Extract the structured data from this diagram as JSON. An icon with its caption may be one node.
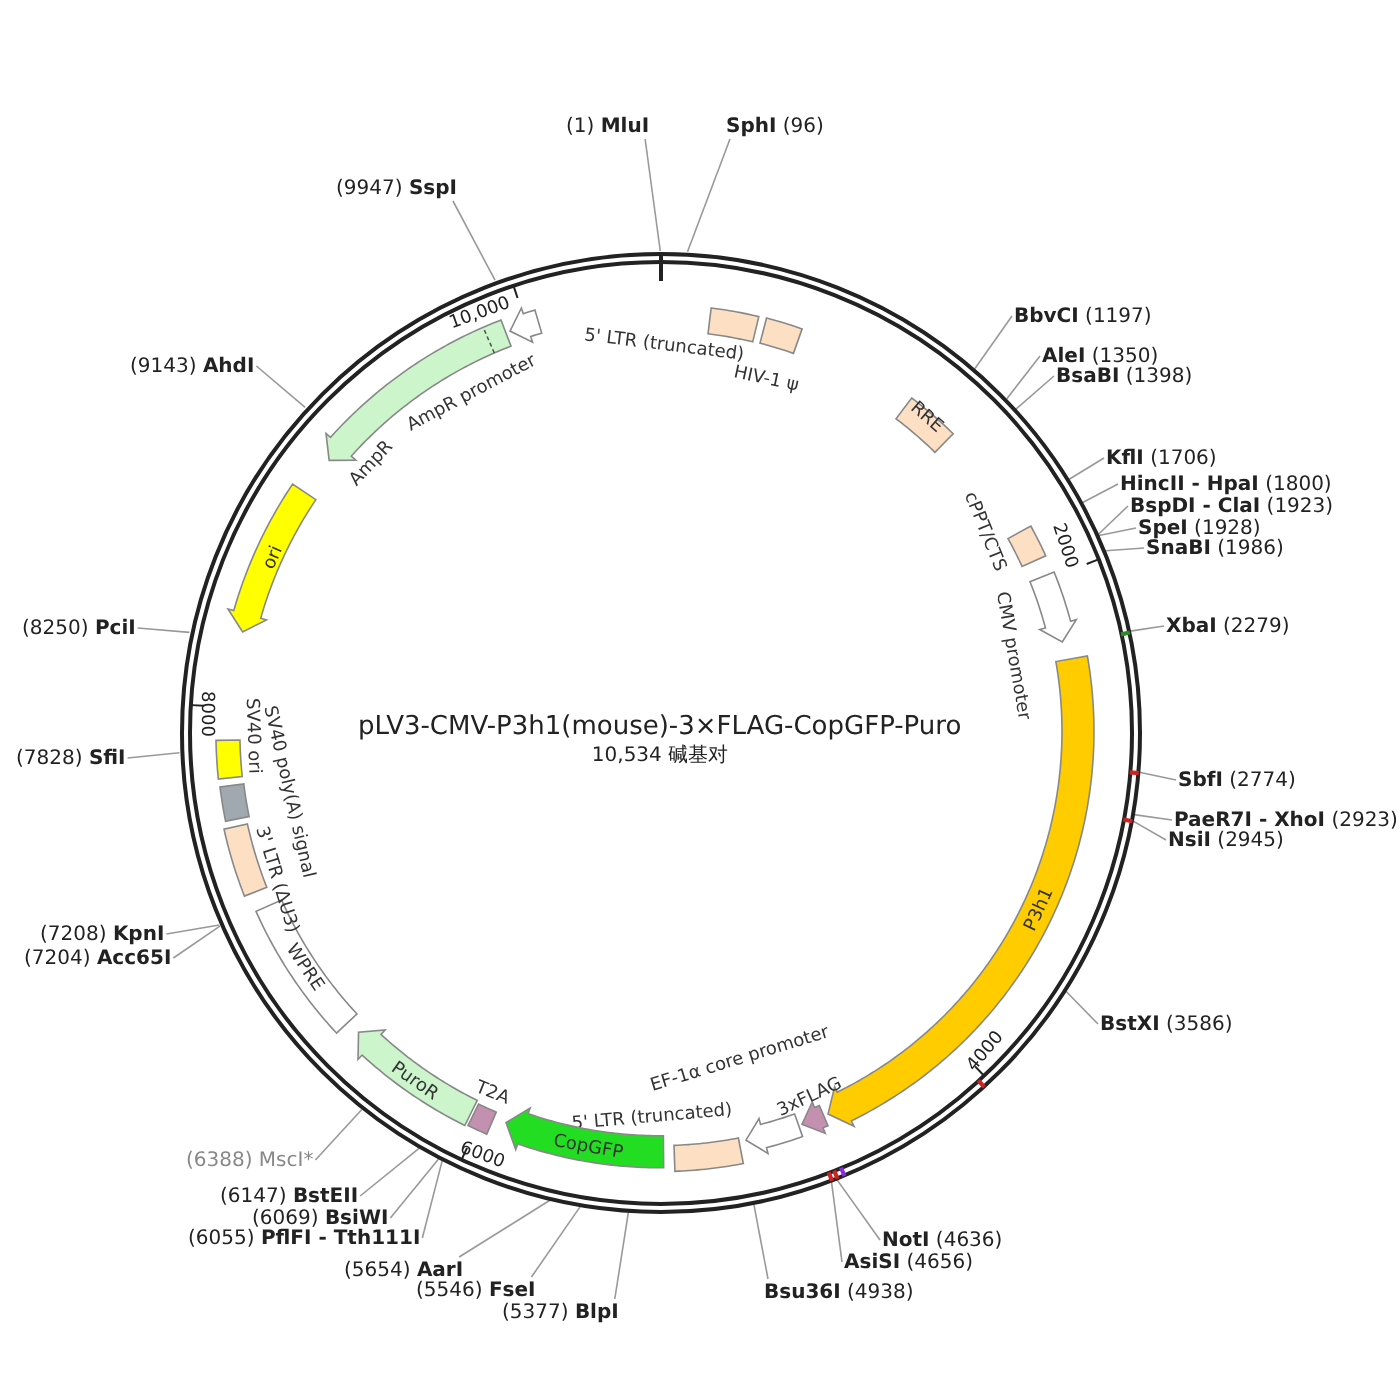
{
  "diagram": {
    "title": "pLV3-CMV-P3h1(mouse)-3×FLAG-CopGFP-Puro",
    "nodes": [
      {
        "text": [],
        "shape": "circle"
      },
      {
        "text": [
          "5' LTR (truncated)"
        ],
        "in": 0
      },
      {
        "text": [
          "HIV-1 ψ"
        ],
        "in": 0
      },
      {
        "text": [
          "RRE"
        ],
        "in": 0
      },
      {
        "text": [
          "cPPT/CTS"
        ],
        "in": 0
      },
      {
        "text": [
          "CMV promoter"
        ],
        "in": 0
      },
      {
        "text": [
          "P3h1"
        ],
        "in": 0
      },
      {
        "text": [
          "3xFLAG"
        ],
        "in": 0
      },
      {
        "text": [
          "EF-1α core promoter"
        ],
        "in": 0
      },
      {
        "text": [
          "5' LTR (truncated)"
        ],
        "in": 0
      },
      {
        "text": [
          "CopGFP"
        ],
        "in": 0
      },
      {
        "text": [
          "T2A"
        ],
        "in": 0
      },
      {
        "text": [
          "PuroR"
        ],
        "in": 0
      },
      {
        "text": [
          "WPRE"
        ],
        "in": 0
      },
      {
        "text": [
          "3' LTR (ΔU3)"
        ],
        "in": 0
      },
      {
        "text": [
          "SV40 ori"
        ],
        "in": 0
      },
      {
        "text": [
          "SV40 poly(A) signal"
        ],
        "in": 0
      },
      {
        "text": [
          "ori"
        ],
        "in": 0
      },
      {
        "text": [
          "AmpR"
        ],
        "in": 0
      },
      {
        "text": [
          "AmpR promoter"
        ],
        "in": 0
      },
      {
        "text": [
          "(1) **MluI**"
        ]
      },
      {
        "text": [
          "**SphI** (96)"
        ]
      },
      {
        "text": [
          "**BbvCI** (1197)"
        ]
      },
      {
        "text": [
          "**AleI** (1350)"
        ]
      },
      {
        "text": [
          "**BsaBI** (1398)"
        ]
      },
      {
        "text": [
          "**KflI** (1706)"
        ]
      },
      {
        "text": [
          "**HincII - HpaI** (1800)"
        ]
      },
      {
        "text": [
          "**BspDI - ClaI** (1923)"
        ]
      },
      {
        "text": [
          "**SpeI** (1928)"
        ]
      },
      {
        "text": [
          "**SnaBI** (1986)"
        ]
      },
      {
        "text": [
          "**XbaI** (2279)"
        ]
      },
      {
        "text": [
          "**SbfI** (2774)"
        ]
      },
      {
        "text": [
          "**PaeR7I - XhoI** (2923)"
        ]
      },
      {
        "text": [
          "**NsiI** (2945)"
        ]
      },
      {
        "text": [
          "**BstXI** (3586)"
        ]
      },
      {
        "text": [
          "**NotI** (4636)"
        ]
      },
      {
        "text": [
          "**AsiSI** (4656)"
        ]
      },
      {
        "text": [
          "**Bsu36I** (4938)"
        ]
      },
      {
        "text": [
          "(5377) **BlpI**"
        ]
      },
      {
        "text": [
          "(5546) **FseI**"
        ]
      },
      {
        "text": [
          "(5654) **AarI**"
        ]
      },
      {
        "text": [
          "(6055) **PflFI - Tth111I**"
        ]
      },
      {
        "text": [
          "(6069) **BsiWI**"
        ]
      },
      {
        "text": [
          "(6147) **BstEII**"
        ]
      },
      {
        "text": [
          "(6388) MscI*"
        ]
      },
      {
        "text": [
          "(7208) **KpnI**"
        ]
      },
      {
        "text": [
          "(7204) **Acc65I**"
        ]
      },
      {
        "text": [
          "(7828) **SfiI**"
        ]
      },
      {
        "text": [
          "(8250) **PciI**"
        ]
      },
      {
        "text": [
          "(9143) **AhdI**"
        ]
      },
      {
        "text": [
          "(9947) **SspI**"
        ]
      }
    ],
    "edges": [
      {
        "from": 20,
        "to": 0,
        "arrow": "none"
      },
      {
        "from": 21,
        "to": 0,
        "arrow": "none"
      },
      {
        "from": 22,
        "to": 0,
        "arrow": "none"
      },
      {
        "from": 23,
        "to": 0,
        "arrow": "none"
      },
      {
        "from": 24,
        "to": 0,
        "arrow": "none"
      },
      {
        "from": 25,
        "to": 0,
        "arrow": "none"
      },
      {
        "from": 26,
        "to": 0,
        "arrow": "none"
      },
      {
        "from": 27,
        "to": 0,
        "arrow": "none"
      },
      {
        "from": 28,
        "to": 0,
        "arrow": "none"
      },
      {
        "from": 29,
        "to": 0,
        "arrow": "none"
      },
      {
        "from": 30,
        "to": 0,
        "arrow": "none"
      },
      {
        "from": 31,
        "to": 0,
        "arrow": "none"
      },
      {
        "from": 32,
        "to": 0,
        "arrow": "none"
      },
      {
        "from": 33,
        "to": 0,
        "arrow": "none"
      },
      {
        "from": 34,
        "to": 0,
        "arrow": "none"
      },
      {
        "from": 35,
        "to": 0,
        "arrow": "none"
      },
      {
        "from": 36,
        "to": 0,
        "arrow": "none"
      },
      {
        "from": 37,
        "to": 0,
        "arrow": "none"
      },
      {
        "from": 38,
        "to": 0,
        "arrow": "none"
      },
      {
        "from": 39,
        "to": 0,
        "arrow": "none"
      },
      {
        "from": 40,
        "to": 0,
        "arrow": "none"
      },
      {
        "from": 41,
        "to": 0,
        "arrow": "none"
      },
      {
        "from": 42,
        "to": 0,
        "arrow": "none"
      },
      {
        "from": 43,
        "to": 0,
        "arrow": "none"
      },
      {
        "from": 44,
        "to": 0,
        "arrow": "none"
      },
      {
        "from": 45,
        "to": 0,
        "arrow": "none"
      },
      {
        "from": 46,
        "to": 0,
        "arrow": "none"
      },
      {
        "from": 47,
        "to": 0,
        "arrow": "none"
      },
      {
        "from": 48,
        "to": 0,
        "arrow": "none"
      },
      {
        "from": 49,
        "to": 0,
        "arrow": "none"
      },
      {
        "from": 50,
        "to": 0,
        "arrow": "none"
      }
    ],
    "labels": [
      "10,534 碱基对",
      "10,000",
      "2000",
      "4000",
      "6000",
      "8000"
    ]
  }
}
